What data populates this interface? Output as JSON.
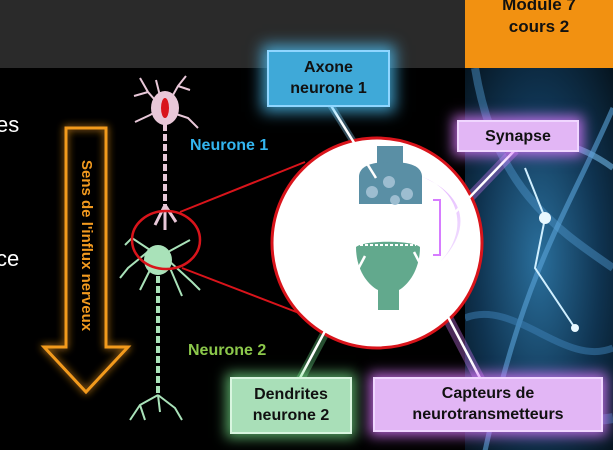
{
  "header": {
    "module_line1": "Module 7",
    "module_line2": "cours 2"
  },
  "left_edge_text": [
    "es",
    "ce"
  ],
  "arrow_label": "Sens de l'influx nerveux",
  "neurons": {
    "neuron1_label": "Neurone 1",
    "neuron2_label": "Neurone 2"
  },
  "callouts": {
    "axone": [
      "Axone",
      "neurone 1"
    ],
    "synapse": "Synapse",
    "dendrites": [
      "Dendrites",
      "neurone 2"
    ],
    "capteurs": [
      "Capteurs de",
      "neurotransmetteurs"
    ]
  },
  "colors": {
    "module_orange": "#f29111",
    "axone_blue": "#3fa9d8",
    "synapse_purple": "#e2b6f5",
    "dendrite_green": "#a9dfb8",
    "highlight_red": "#d9141b",
    "arrow_orange": "#f29a1f"
  }
}
